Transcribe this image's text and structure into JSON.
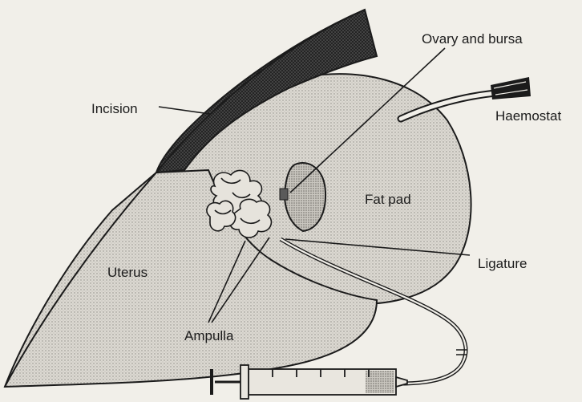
{
  "labels": {
    "ovary_bursa": "Ovary and bursa",
    "incision": "Incision",
    "haemostat": "Haemostat",
    "fat_pad": "Fat pad",
    "uterus": "Uterus",
    "ligature": "Ligature",
    "ampulla": "Ampulla"
  },
  "colors": {
    "background": "#f1efe9",
    "ink": "#1b1b1b",
    "stipple_light": "#d9d6cf",
    "stipple_dark": "#c9c6bf",
    "incision_fill": "#3a3a3a"
  },
  "icons": [
    "syringe-icon",
    "haemostat-icon"
  ]
}
